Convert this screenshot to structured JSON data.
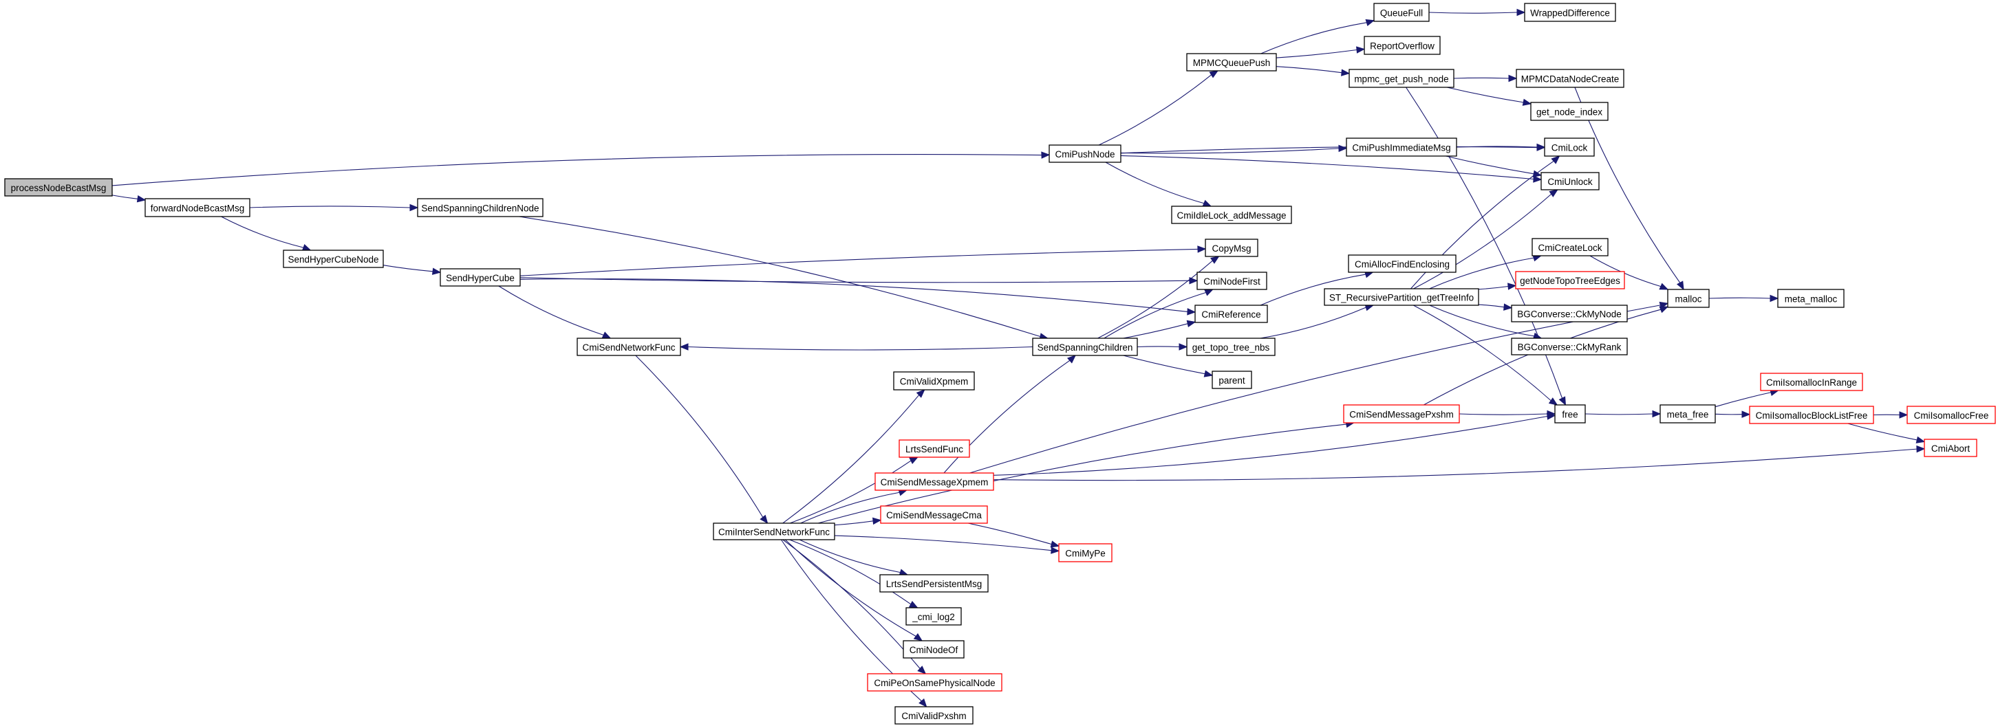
{
  "diagram": {
    "type": "call-graph",
    "colors": {
      "edge": "#191970",
      "node_border": "#000000",
      "node_border_truncated": "#ff0000",
      "root_fill": "#bfbfbf",
      "node_fill": "#ffffff"
    },
    "nodes": [
      {
        "id": "processNodeBcastMsg",
        "label": "processNodeBcastMsg",
        "style": "root"
      },
      {
        "id": "forwardNodeBcastMsg",
        "label": "forwardNodeBcastMsg",
        "style": "normal"
      },
      {
        "id": "SendSpanningChildrenNode",
        "label": "SendSpanningChildrenNode",
        "style": "normal"
      },
      {
        "id": "SendHyperCubeNode",
        "label": "SendHyperCubeNode",
        "style": "normal"
      },
      {
        "id": "SendHyperCube",
        "label": "SendHyperCube",
        "style": "normal"
      },
      {
        "id": "CmiSendNetworkFunc",
        "label": "CmiSendNetworkFunc",
        "style": "normal"
      },
      {
        "id": "CmiInterSendNetworkFunc",
        "label": "CmiInterSendNetworkFunc",
        "style": "normal"
      },
      {
        "id": "CmiPushNode",
        "label": "CmiPushNode",
        "style": "normal"
      },
      {
        "id": "MPMCQueuePush",
        "label": "MPMCQueuePush",
        "style": "normal"
      },
      {
        "id": "CmiIdleLock_addMessage",
        "label": "CmiIdleLock_addMessage",
        "style": "normal"
      },
      {
        "id": "QueueFull",
        "label": "QueueFull",
        "style": "normal"
      },
      {
        "id": "WrappedDifference",
        "label": "WrappedDifference",
        "style": "normal"
      },
      {
        "id": "ReportOverflow",
        "label": "ReportOverflow",
        "style": "normal"
      },
      {
        "id": "mpmc_get_push_node",
        "label": "mpmc_get_push_node",
        "style": "normal"
      },
      {
        "id": "MPMCDataNodeCreate",
        "label": "MPMCDataNodeCreate",
        "style": "normal"
      },
      {
        "id": "get_node_index",
        "label": "get_node_index",
        "style": "normal"
      },
      {
        "id": "CmiPushImmediateMsg",
        "label": "CmiPushImmediateMsg",
        "style": "normal"
      },
      {
        "id": "CmiLock",
        "label": "CmiLock",
        "style": "normal"
      },
      {
        "id": "CmiUnlock",
        "label": "CmiUnlock",
        "style": "normal"
      },
      {
        "id": "SendSpanningChildren",
        "label": "SendSpanningChildren",
        "style": "normal"
      },
      {
        "id": "CopyMsg",
        "label": "CopyMsg",
        "style": "normal"
      },
      {
        "id": "CmiNodeFirst",
        "label": "CmiNodeFirst",
        "style": "normal"
      },
      {
        "id": "CmiReference",
        "label": "CmiReference",
        "style": "normal"
      },
      {
        "id": "get_topo_tree_nbs",
        "label": "get_topo_tree_nbs",
        "style": "normal"
      },
      {
        "id": "parent",
        "label": "parent",
        "style": "normal"
      },
      {
        "id": "CmiAllocFindEnclosing",
        "label": "CmiAllocFindEnclosing",
        "style": "normal"
      },
      {
        "id": "ST_RecursivePartition_getTreeInfo",
        "label": "ST_RecursivePartition_getTreeInfo",
        "style": "normal"
      },
      {
        "id": "CmiCreateLock",
        "label": "CmiCreateLock",
        "style": "normal"
      },
      {
        "id": "getNodeTopoTreeEdges",
        "label": "getNodeTopoTreeEdges",
        "style": "truncated"
      },
      {
        "id": "BGConverse_CkMyNode",
        "label": "BGConverse::CkMyNode",
        "style": "normal"
      },
      {
        "id": "BGConverse_CkMyRank",
        "label": "BGConverse::CkMyRank",
        "style": "normal"
      },
      {
        "id": "malloc",
        "label": "malloc",
        "style": "normal"
      },
      {
        "id": "meta_malloc",
        "label": "meta_malloc",
        "style": "normal"
      },
      {
        "id": "CmiValidXpmem",
        "label": "CmiValidXpmem",
        "style": "normal"
      },
      {
        "id": "LrtsSendFunc",
        "label": "LrtsSendFunc",
        "style": "truncated"
      },
      {
        "id": "CmiSendMessageXpmem",
        "label": "CmiSendMessageXpmem",
        "style": "truncated"
      },
      {
        "id": "CmiSendMessageCma",
        "label": "CmiSendMessageCma",
        "style": "truncated"
      },
      {
        "id": "CmiMyPe",
        "label": "CmiMyPe",
        "style": "truncated"
      },
      {
        "id": "LrtsSendPersistentMsg",
        "label": "LrtsSendPersistentMsg",
        "style": "normal"
      },
      {
        "id": "_cmi_log2",
        "label": "_cmi_log2",
        "style": "normal"
      },
      {
        "id": "CmiNodeOf",
        "label": "CmiNodeOf",
        "style": "normal"
      },
      {
        "id": "CmiPeOnSamePhysicalNode",
        "label": "CmiPeOnSamePhysicalNode",
        "style": "truncated"
      },
      {
        "id": "CmiValidPxshm",
        "label": "CmiValidPxshm",
        "style": "normal"
      },
      {
        "id": "CmiSendMessagePxshm",
        "label": "CmiSendMessagePxshm",
        "style": "truncated"
      },
      {
        "id": "free",
        "label": "free",
        "style": "normal"
      },
      {
        "id": "meta_free",
        "label": "meta_free",
        "style": "normal"
      },
      {
        "id": "CmiIsomallocInRange",
        "label": "CmiIsomallocInRange",
        "style": "truncated"
      },
      {
        "id": "CmiIsomallocBlockListFree",
        "label": "CmiIsomallocBlockListFree",
        "style": "truncated"
      },
      {
        "id": "CmiIsomallocFree",
        "label": "CmiIsomallocFree",
        "style": "truncated"
      },
      {
        "id": "CmiAbort",
        "label": "CmiAbort",
        "style": "truncated"
      }
    ],
    "edges": [
      [
        "processNodeBcastMsg",
        "CmiPushNode"
      ],
      [
        "processNodeBcastMsg",
        "forwardNodeBcastMsg"
      ],
      [
        "forwardNodeBcastMsg",
        "SendSpanningChildrenNode"
      ],
      [
        "forwardNodeBcastMsg",
        "SendHyperCubeNode"
      ],
      [
        "SendSpanningChildrenNode",
        "SendSpanningChildren"
      ],
      [
        "SendHyperCubeNode",
        "SendHyperCube"
      ],
      [
        "SendHyperCube",
        "CopyMsg"
      ],
      [
        "SendHyperCube",
        "CmiNodeFirst"
      ],
      [
        "SendHyperCube",
        "CmiReference"
      ],
      [
        "SendHyperCube",
        "CmiSendNetworkFunc"
      ],
      [
        "SendSpanningChildren",
        "CmiSendNetworkFunc"
      ],
      [
        "SendSpanningChildren",
        "CopyMsg"
      ],
      [
        "SendSpanningChildren",
        "CmiNodeFirst"
      ],
      [
        "SendSpanningChildren",
        "CmiReference"
      ],
      [
        "SendSpanningChildren",
        "get_topo_tree_nbs"
      ],
      [
        "SendSpanningChildren",
        "parent"
      ],
      [
        "CmiSendNetworkFunc",
        "CmiInterSendNetworkFunc"
      ],
      [
        "CmiPushNode",
        "MPMCQueuePush"
      ],
      [
        "CmiPushNode",
        "CmiLock"
      ],
      [
        "CmiPushNode",
        "CmiPushImmediateMsg"
      ],
      [
        "CmiPushNode",
        "CmiUnlock"
      ],
      [
        "CmiPushNode",
        "CmiIdleLock_addMessage"
      ],
      [
        "MPMCQueuePush",
        "QueueFull"
      ],
      [
        "MPMCQueuePush",
        "ReportOverflow"
      ],
      [
        "MPMCQueuePush",
        "mpmc_get_push_node"
      ],
      [
        "QueueFull",
        "WrappedDifference"
      ],
      [
        "mpmc_get_push_node",
        "MPMCDataNodeCreate"
      ],
      [
        "mpmc_get_push_node",
        "get_node_index"
      ],
      [
        "mpmc_get_push_node",
        "free"
      ],
      [
        "MPMCDataNodeCreate",
        "malloc"
      ],
      [
        "CmiPushImmediateMsg",
        "CmiLock"
      ],
      [
        "CmiPushImmediateMsg",
        "CmiUnlock"
      ],
      [
        "CmiReference",
        "CmiAllocFindEnclosing"
      ],
      [
        "get_topo_tree_nbs",
        "ST_RecursivePartition_getTreeInfo"
      ],
      [
        "ST_RecursivePartition_getTreeInfo",
        "CmiLock"
      ],
      [
        "ST_RecursivePartition_getTreeInfo",
        "CmiUnlock"
      ],
      [
        "ST_RecursivePartition_getTreeInfo",
        "CmiCreateLock"
      ],
      [
        "ST_RecursivePartition_getTreeInfo",
        "getNodeTopoTreeEdges"
      ],
      [
        "ST_RecursivePartition_getTreeInfo",
        "BGConverse_CkMyNode"
      ],
      [
        "ST_RecursivePartition_getTreeInfo",
        "BGConverse_CkMyRank"
      ],
      [
        "ST_RecursivePartition_getTreeInfo",
        "free"
      ],
      [
        "CmiCreateLock",
        "malloc"
      ],
      [
        "malloc",
        "meta_malloc"
      ],
      [
        "CmiInterSendNetworkFunc",
        "CmiValidXpmem"
      ],
      [
        "CmiInterSendNetworkFunc",
        "CmiSendMessagePxshm"
      ],
      [
        "CmiInterSendNetworkFunc",
        "LrtsSendFunc"
      ],
      [
        "CmiInterSendNetworkFunc",
        "CmiSendMessageXpmem"
      ],
      [
        "CmiInterSendNetworkFunc",
        "CmiSendMessageCma"
      ],
      [
        "CmiInterSendNetworkFunc",
        "CmiMyPe"
      ],
      [
        "CmiInterSendNetworkFunc",
        "LrtsSendPersistentMsg"
      ],
      [
        "CmiInterSendNetworkFunc",
        "_cmi_log2"
      ],
      [
        "CmiInterSendNetworkFunc",
        "CmiNodeOf"
      ],
      [
        "CmiInterSendNetworkFunc",
        "CmiPeOnSamePhysicalNode"
      ],
      [
        "CmiInterSendNetworkFunc",
        "CmiValidPxshm"
      ],
      [
        "CmiSendMessageXpmem",
        "SendSpanningChildren"
      ],
      [
        "CmiSendMessageXpmem",
        "free"
      ],
      [
        "CmiSendMessageXpmem",
        "malloc"
      ],
      [
        "CmiSendMessageXpmem",
        "CmiAbort"
      ],
      [
        "CmiSendMessageCma",
        "CmiMyPe"
      ],
      [
        "CmiSendMessagePxshm",
        "free"
      ],
      [
        "CmiSendMessagePxshm",
        "malloc"
      ],
      [
        "free",
        "meta_free"
      ],
      [
        "meta_free",
        "CmiIsomallocInRange"
      ],
      [
        "meta_free",
        "CmiIsomallocBlockListFree"
      ],
      [
        "CmiIsomallocBlockListFree",
        "CmiIsomallocFree"
      ],
      [
        "CmiIsomallocBlockListFree",
        "CmiAbort"
      ]
    ]
  }
}
